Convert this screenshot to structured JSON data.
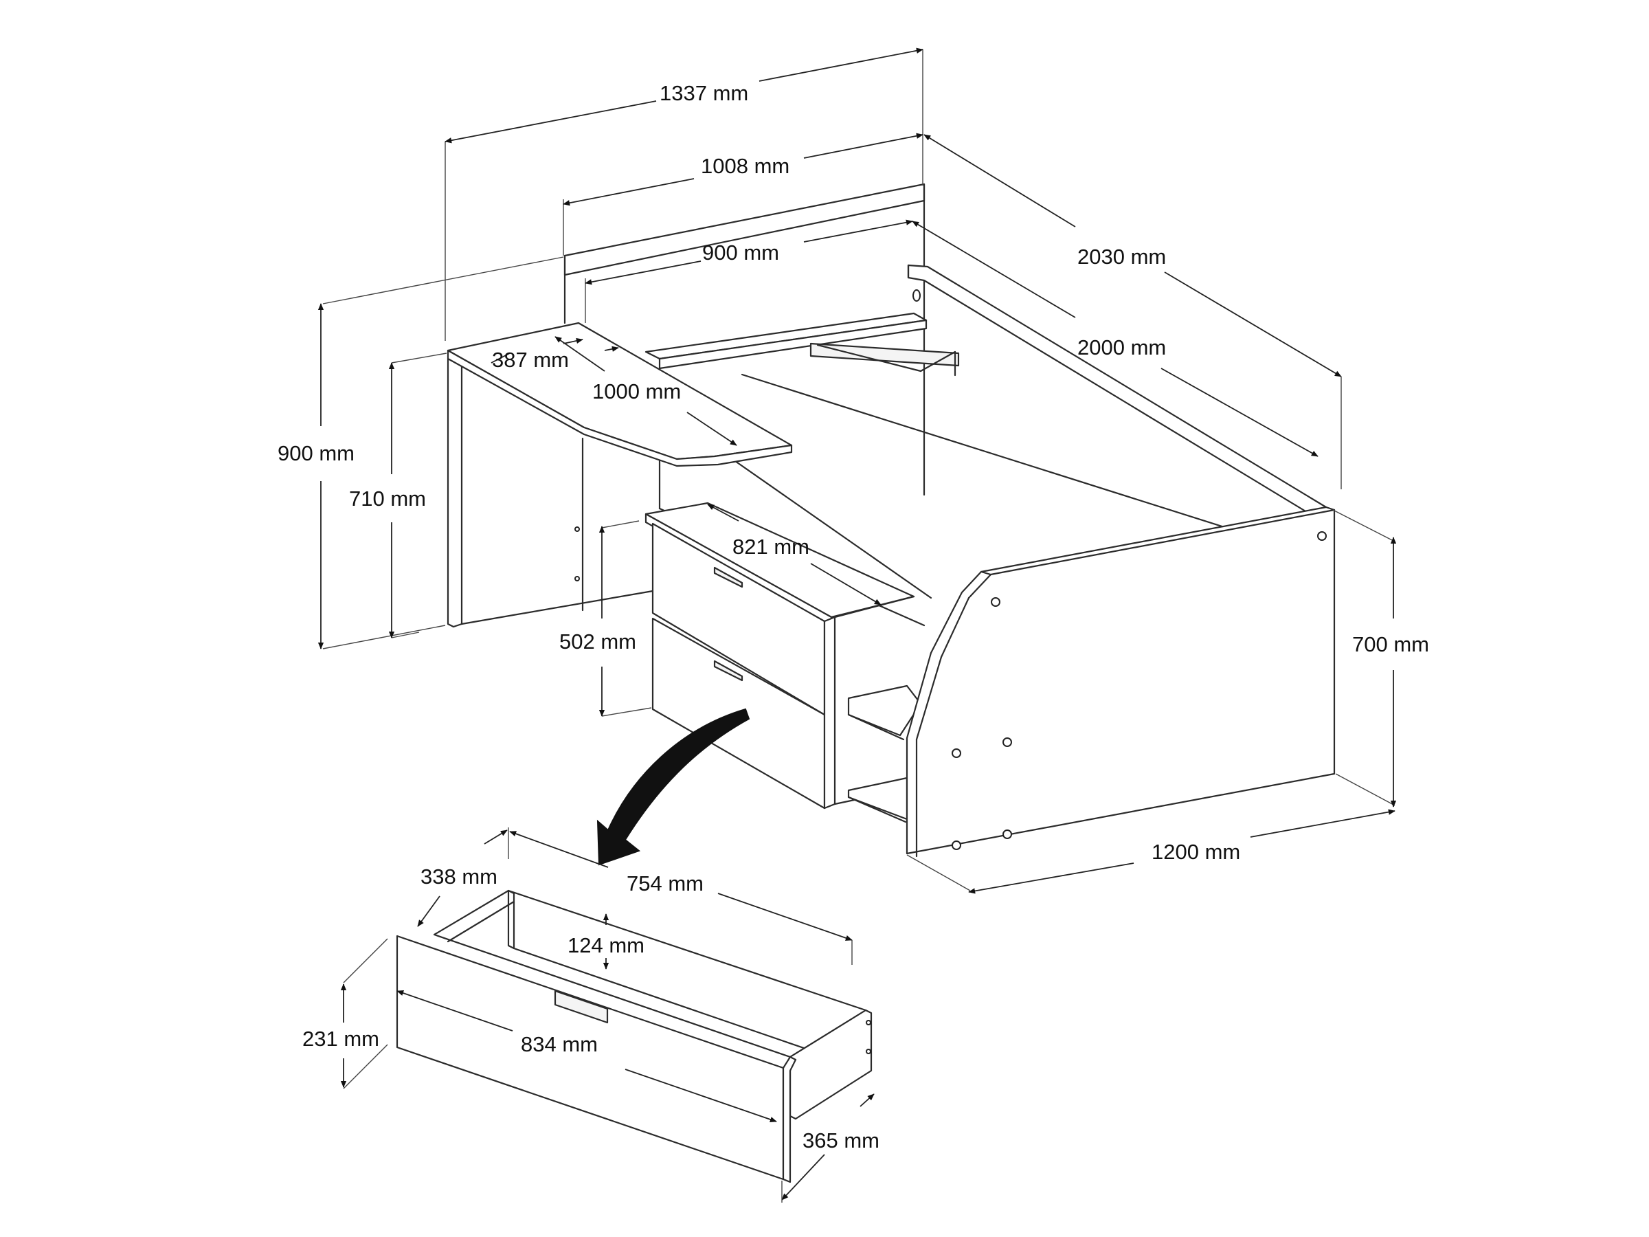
{
  "diagram": {
    "dimensions": {
      "total_width": "1337 mm",
      "back_panel_width": "1008 mm",
      "shelf_width": "900 mm",
      "total_length": "2030 mm",
      "mattress_length": "2000 mm",
      "total_height": "900 mm",
      "desk_height": "710 mm",
      "desk_depth": "387 mm",
      "desk_length": "1000 mm",
      "chest_width": "821 mm",
      "chest_height": "502 mm",
      "bed_height": "700 mm",
      "bed_width": "1200 mm",
      "drawer_inner_depth": "338 mm",
      "drawer_inner_width": "754 mm",
      "drawer_inner_height": "124 mm",
      "drawer_front_height": "231 mm",
      "drawer_front_width": "834 mm",
      "drawer_depth": "365 mm"
    }
  }
}
